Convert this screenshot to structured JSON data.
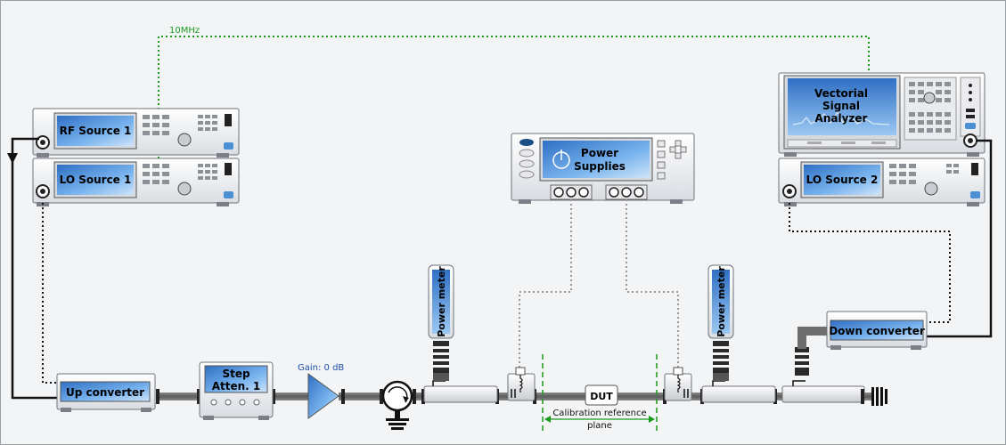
{
  "labels": {
    "ref_clock": "10MHz",
    "rf_source_1": "RF Source 1",
    "lo_source_1": "LO Source 1",
    "lo_source_2": "LO Source 2",
    "vsa_line1": "Vectorial",
    "vsa_line2": "Signal",
    "vsa_line3": "Analyzer",
    "power_supplies_line1": "Power",
    "power_supplies_line2": "Supplies",
    "power_meter": "Power meter",
    "up_converter": "Up converter",
    "down_converter": "Down converter",
    "step_atten_line1": "Step",
    "step_atten_line2": "Atten. 1",
    "amp_gain": "Gain: 0 dB",
    "dut": "DUT",
    "cal_plane_line1": "Calibration reference",
    "cal_plane_line2": "plane"
  },
  "colors": {
    "ref_clock_line": "#1a9a1a",
    "cal_plane": "#1a9a1a",
    "screen_blue": "#5b9ee0",
    "gain_text": "#1f4fa8",
    "coax": "#6e6e6e"
  }
}
